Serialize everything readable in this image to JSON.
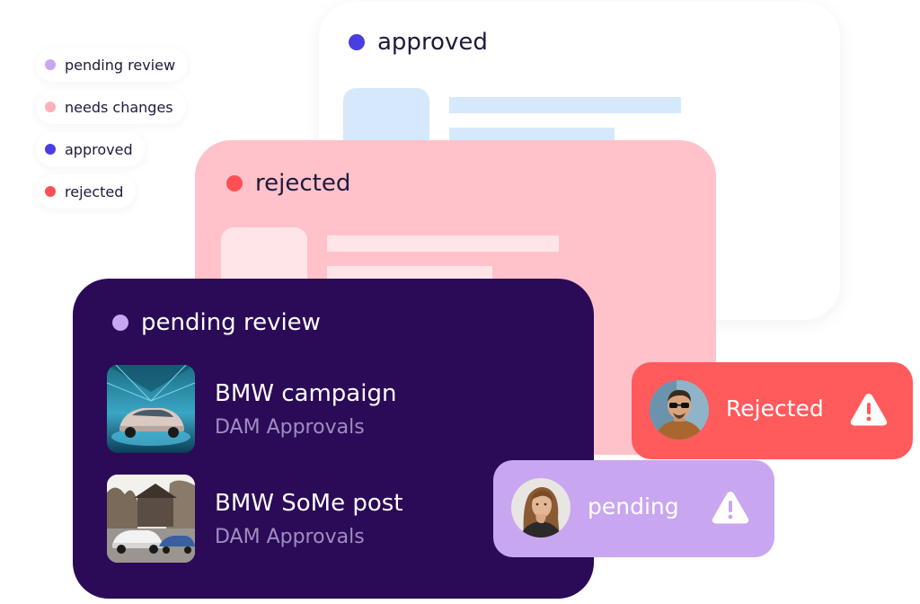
{
  "colors": {
    "pending": "#c9a6f0",
    "needs_changes": "#ffb0b8",
    "approved": "#4a3ee0",
    "rejected": "#ff4f55",
    "pending_card_bg": "#2b0a57",
    "rejected_card_bg": "#ffc2ca",
    "approved_placeholder": "#d6e8fb"
  },
  "legend": {
    "items": [
      {
        "label": "pending review",
        "color": "#c9a6f0"
      },
      {
        "label": "needs changes",
        "color": "#ffb0b8"
      },
      {
        "label": "approved",
        "color": "#4a3ee0"
      },
      {
        "label": "rejected",
        "color": "#ff4f55"
      }
    ]
  },
  "cards": {
    "approved": {
      "title": "approved",
      "dot_color": "#4a3ee0"
    },
    "rejected": {
      "title": "rejected",
      "dot_color": "#ff4f55"
    },
    "pending": {
      "title": "pending review",
      "dot_color": "#c9a6f0",
      "items": [
        {
          "title": "BMW campaign",
          "subtitle": "DAM Approvals",
          "thumbnail": "car-showroom-thumbnail"
        },
        {
          "title": "BMW SoMe post",
          "subtitle": "DAM Approvals",
          "thumbnail": "car-driveway-thumbnail"
        }
      ]
    }
  },
  "toasts": {
    "rejected": {
      "label": "Rejected",
      "icon": "warning-icon",
      "avatar": "man-sunglasses-avatar"
    },
    "pending": {
      "label": "pending",
      "icon": "warning-icon",
      "avatar": "woman-avatar"
    }
  }
}
